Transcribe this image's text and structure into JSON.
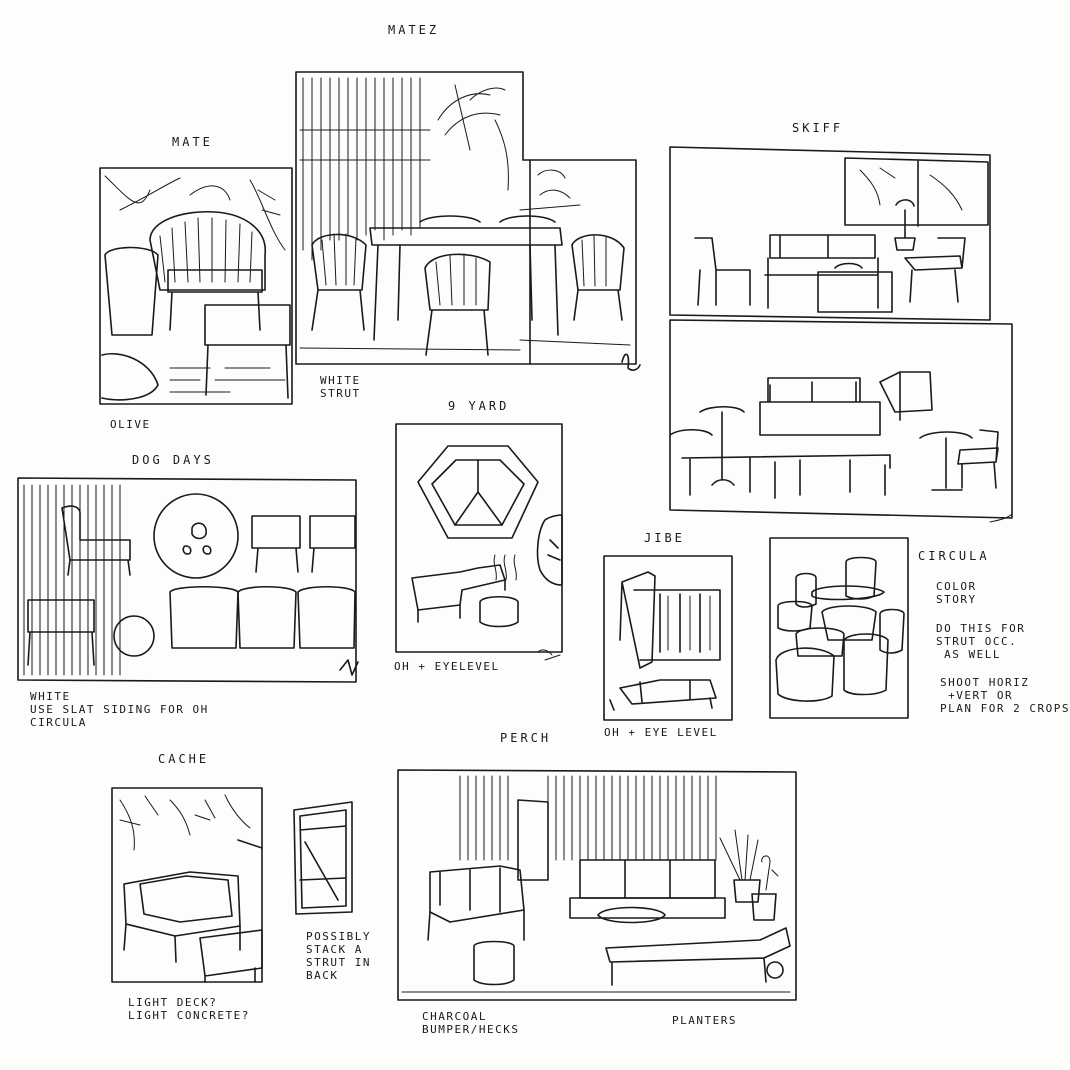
{
  "sheet": {
    "titles": {
      "matez": "MATEZ",
      "mate": "MATE",
      "skiff": "SKIFF",
      "nine_yard": "9 YARD",
      "dog_days": "DOG DAYS",
      "jibe": "JIBE",
      "circula": "CIRCULA",
      "cache": "CACHE",
      "perch": "PERCH"
    },
    "notes": {
      "olive": "OLIVE",
      "white_strut": "WHITE\nSTRUT",
      "oh_eyelevel_1": "OH + EYELEVEL",
      "oh_eyelevel_2": "OH + EYE LEVEL",
      "dog_days_note": "WHITE\nUSE SLAT SIDING FOR OH\nCIRCULA",
      "circula_note_1": "COLOR\nSTORY",
      "circula_note_2": "DO THIS FOR\nSTRUT OCC.\n AS WELL",
      "circula_note_3": "SHOOT HORIZ\n +VERT OR\nPLAN FOR 2 CROPS",
      "cache_note": "LIGHT DECK?\nLIGHT CONCRETE?",
      "stack_note": "POSSIBLY\nSTACK A\nSTRUT IN\nBACK",
      "perch_note_1": "CHARCOAL\nBUMPER/HECKS",
      "perch_note_2": "PLANTERS"
    },
    "colors": {
      "ink": "#1a1a1a",
      "paper": "#fdfdfc"
    }
  }
}
